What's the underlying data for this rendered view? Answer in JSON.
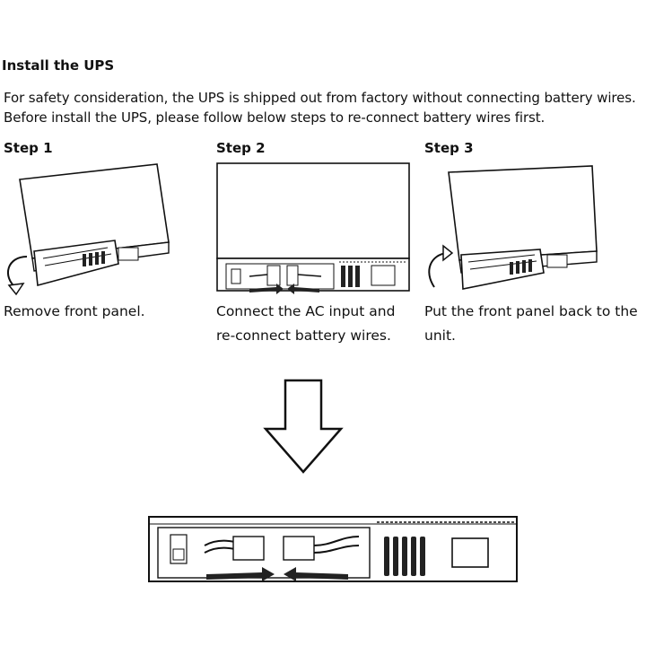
{
  "doc": {
    "title": "Install the UPS",
    "intro_line1": "For safety consideration, the UPS is shipped out from factory without connecting battery wires.",
    "intro_line2": "Before install the UPS, please follow below steps to re-connect battery wires first."
  },
  "steps": [
    {
      "heading": "Step 1",
      "caption_line1": "Remove front panel.",
      "caption_line2": ""
    },
    {
      "heading": "Step 2",
      "caption_line1": "Connect the AC input and",
      "caption_line2": "re-connect battery wires."
    },
    {
      "heading": "Step 3",
      "caption_line1": "Put the front panel back to the",
      "caption_line2": "unit."
    }
  ]
}
